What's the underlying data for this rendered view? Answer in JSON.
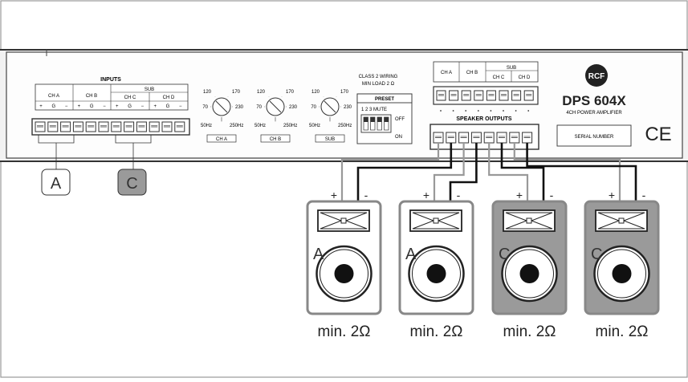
{
  "panel": {
    "inputs_title": "INPUTS",
    "input_channels": [
      "CH A",
      "CH B",
      "CH C",
      "CH D"
    ],
    "sub_label": "SUB",
    "terminal_signs": [
      "+",
      "G",
      "−"
    ],
    "knobs": [
      {
        "ticks": [
          "120",
          "170",
          "70",
          "230",
          "50Hz",
          "250Hz"
        ],
        "label": "CH A"
      },
      {
        "ticks": [
          "120",
          "170",
          "70",
          "230",
          "50Hz",
          "250Hz"
        ],
        "label": "CH B"
      },
      {
        "ticks": [
          "120",
          "170",
          "70",
          "230",
          "50Hz",
          "250Hz"
        ],
        "label": "SUB"
      }
    ],
    "class_wiring_line1": "CLASS 2 WIRING",
    "class_wiring_line2": "MIN LOAD 2 Ω",
    "preset_title": "PRESET",
    "preset_labels": "1  2  3  MUTE",
    "preset_off": "OFF",
    "preset_on": "ON",
    "output_channels": [
      "CH A",
      "CH B",
      "CH C",
      "CH D"
    ],
    "output_sub_label": "SUB",
    "speaker_outputs_title": "SPEAKER OUTPUTS",
    "brand_logo": "RCF",
    "model": "DPS 604X",
    "model_sub": "4CH POWER AMPLIFIER",
    "serial_label": "SERIAL NUMBER",
    "ce_mark": "CE"
  },
  "input_groups": [
    {
      "label": "A",
      "fill": "#ffffff"
    },
    {
      "label": "C",
      "fill": "#9a9a9a"
    }
  ],
  "speakers": [
    {
      "label": "A",
      "plus": "+",
      "minus": "-",
      "load": "min. 2Ω",
      "fill": "#ffffff"
    },
    {
      "label": "A",
      "plus": "+",
      "minus": "-",
      "load": "min. 2Ω",
      "fill": "#ffffff"
    },
    {
      "label": "C",
      "plus": "+",
      "minus": "-",
      "load": "min. 2Ω",
      "fill": "#9a9a9a"
    },
    {
      "label": "C",
      "plus": "+",
      "minus": "-",
      "load": "min. 2Ω",
      "fill": "#9a9a9a"
    }
  ]
}
